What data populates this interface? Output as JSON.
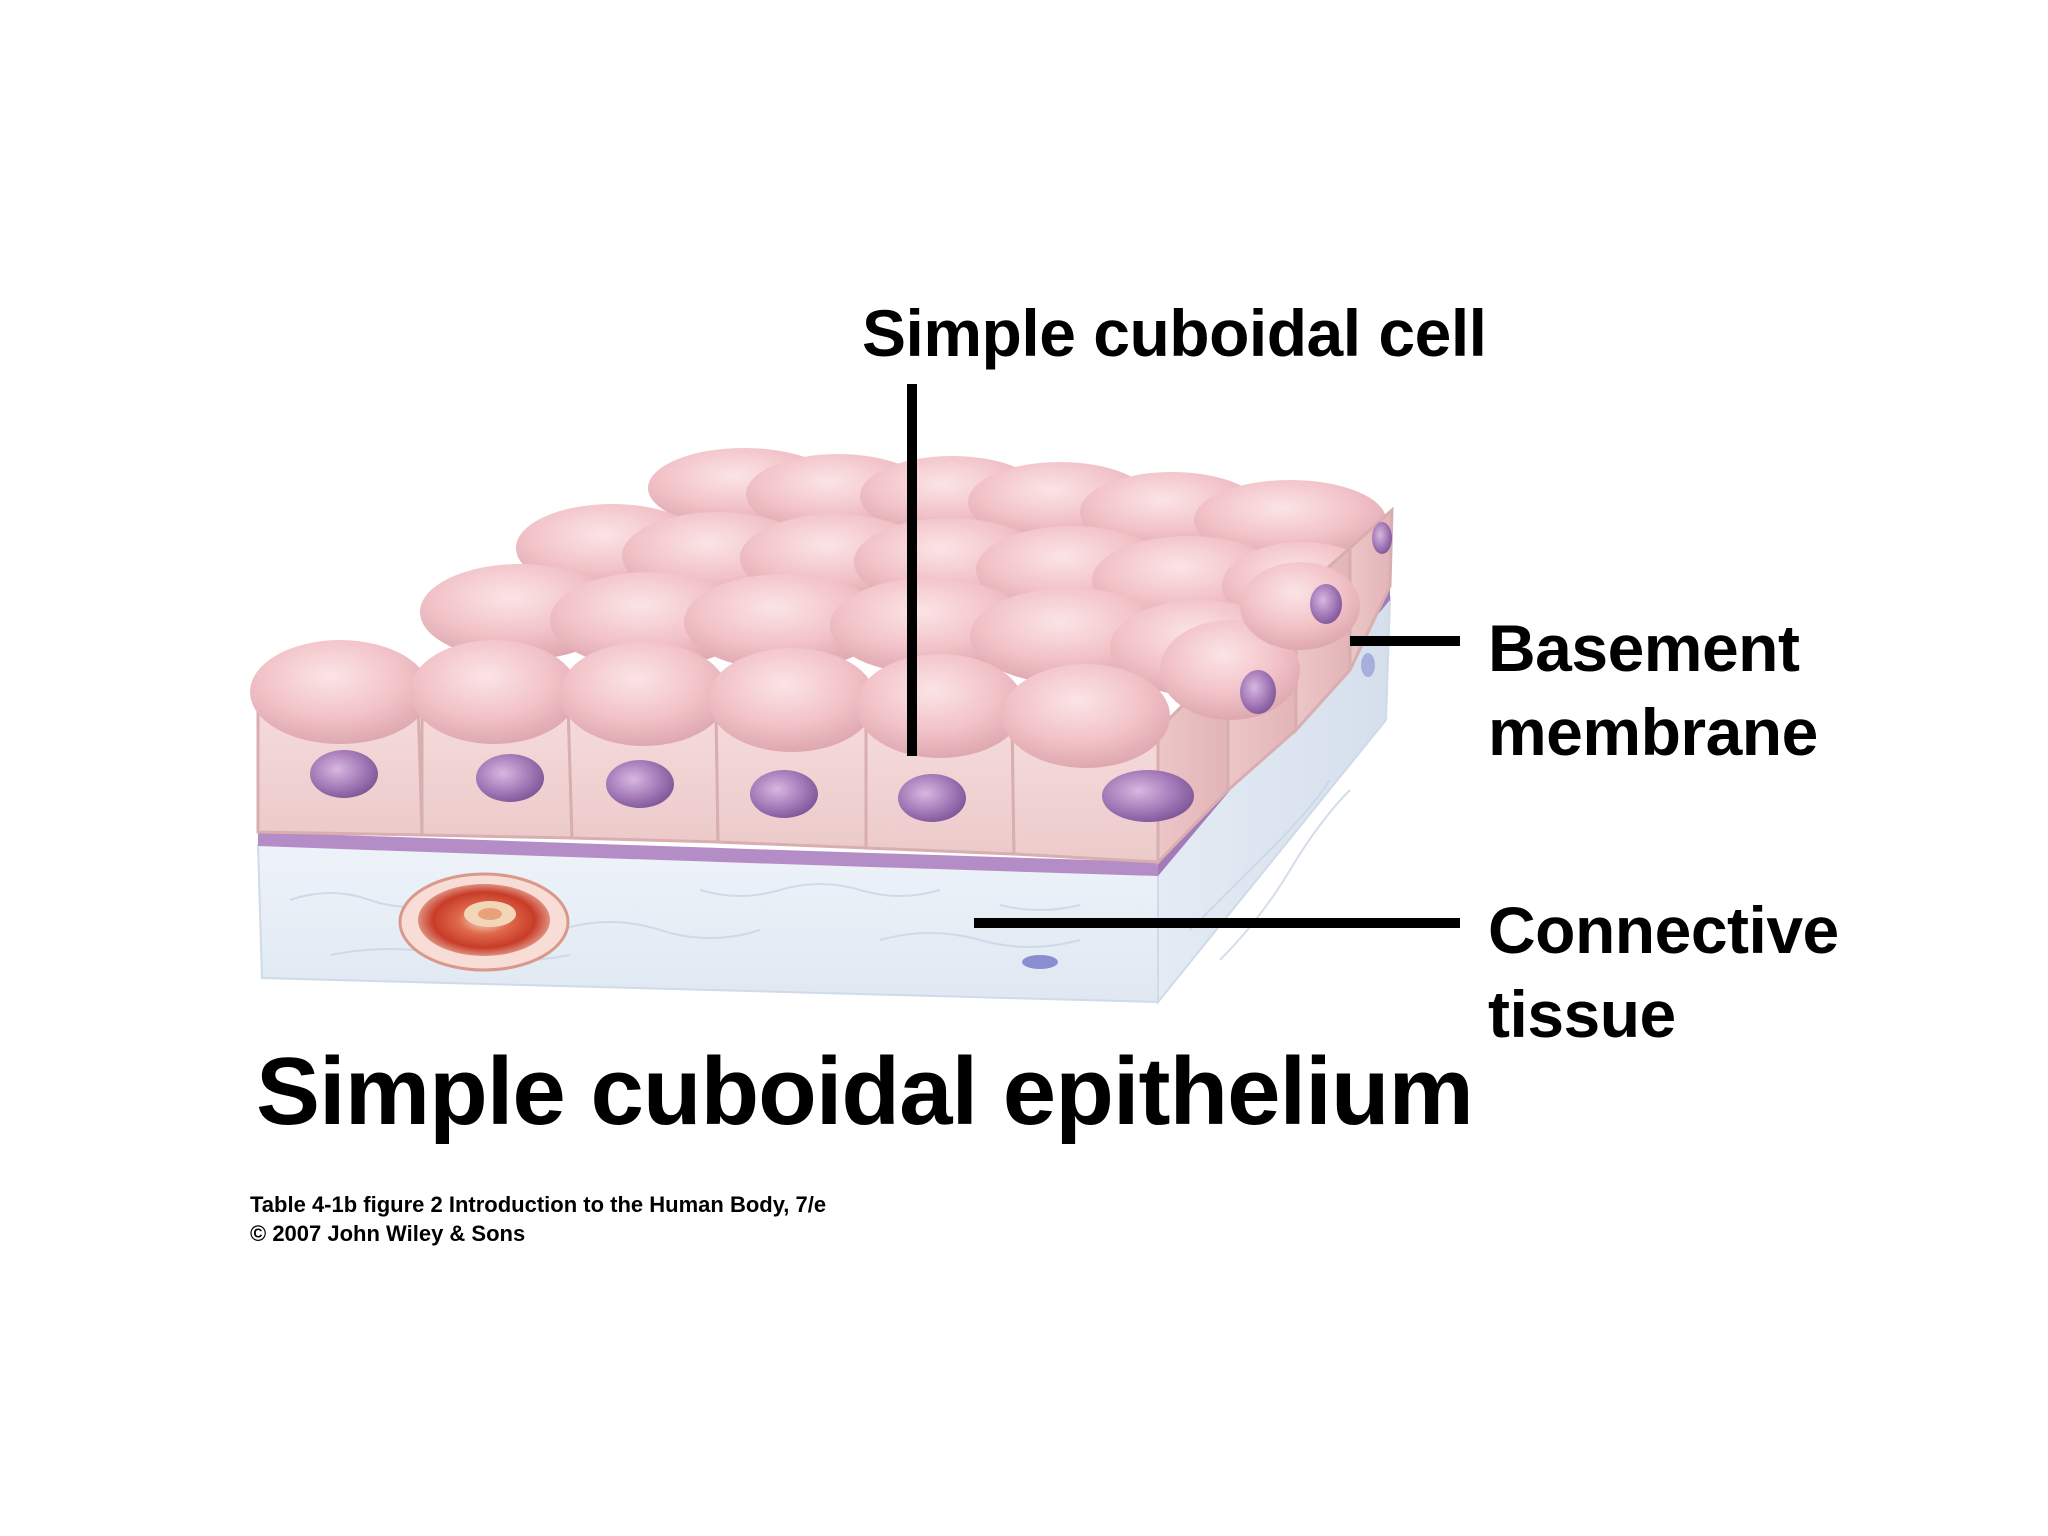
{
  "labels": {
    "cell": "Simple cuboidal cell",
    "basement_line1": "Basement",
    "basement_line2": "membrane",
    "connective_line1": "Connective",
    "connective_line2": "tissue"
  },
  "title": "Simple cuboidal epithelium",
  "caption": {
    "line1": "Table 4-1b figure 2  Introduction to the Human Body, 7/e",
    "line2": "© 2007 John Wiley & Sons"
  },
  "colors": {
    "cell_top": "#f2c3c8",
    "cell_side": "#f0d3d3",
    "nucleus": "#a47ab8",
    "basement_membrane": "#b48cc6",
    "connective_tissue": "#e6eef6",
    "blood_vessel": "#c83c28",
    "leader_line": "#000000"
  }
}
